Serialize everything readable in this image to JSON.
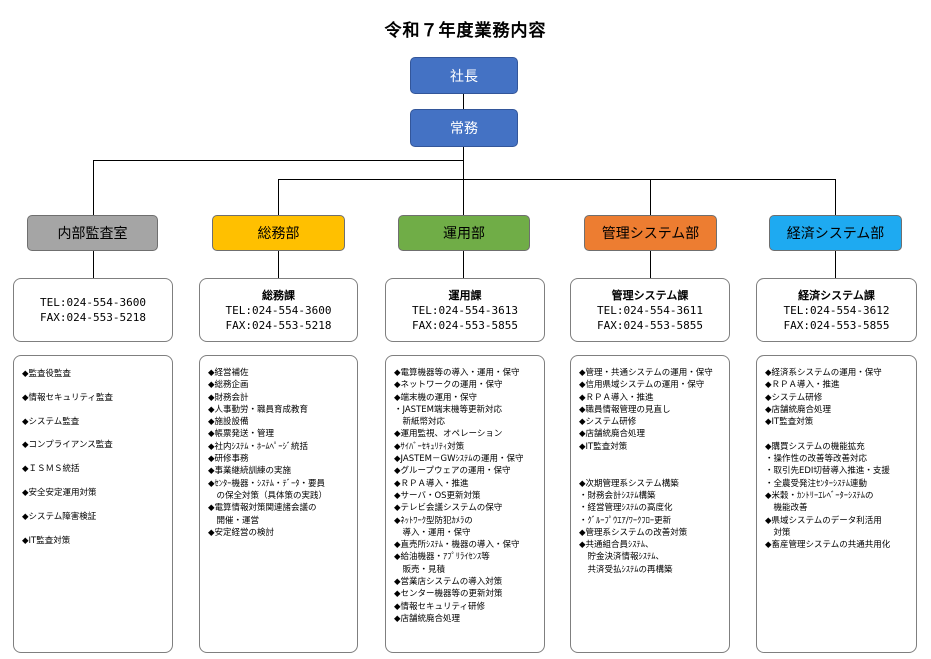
{
  "title": "令和７年度業務内容",
  "executives": {
    "president": "社長",
    "managing_director": "常務"
  },
  "departments": [
    {
      "name": "内部監査室",
      "color": "#a5a5a5",
      "section": "",
      "tel": "TEL:024-554-3600",
      "fax": "FAX:024-553-5218",
      "duties": [
        "◆監査役監査",
        "◆情報セキュリティ監査",
        "◆システム監査",
        "◆コンプライアンス監査",
        "◆ＩＳＭＳ統括",
        "◆安全安定運用対策",
        "◆システム障害検証",
        "◆IT監査対策"
      ]
    },
    {
      "name": "総務部",
      "color": "#ffc000",
      "section": "総務課",
      "tel": "TEL:024-554-3600",
      "fax": "FAX:024-553-5218",
      "duties": [
        "◆経営補佐",
        "◆総務企画",
        "◆財務会計",
        "◆人事勤労・職員育成教育",
        "◆施設設備",
        "◆帳票発送・管理",
        "◆社内ｼｽﾃﾑ・ﾎｰﾑﾍﾟｰｼﾞ統括",
        "◆研修事務",
        "◆事業継続訓練の実施",
        "◆ｾﾝﾀｰ機器・ｼｽﾃﾑ・ﾃﾞｰﾀ・要員",
        "　の保全対策（具体策の実践）",
        "◆電算情報対策関連諸会議の",
        "　開催・運営",
        "◆安定経営の検討"
      ]
    },
    {
      "name": "運用部",
      "color": "#70ad47",
      "section": "運用課",
      "tel": "TEL:024-554-3613",
      "fax": "FAX:024-553-5855",
      "duties": [
        "◆電算機器等の導入・運用・保守",
        "◆ネットワークの運用・保守",
        "◆端末機の運用・保守",
        "・JASTEM端末機等更新対応",
        "　新紙幣対応",
        "◆運用監視、オペレーション",
        "◆ｻｲﾊﾞｰｾｷｭﾘﾃｨ対策",
        "◆JASTEM－GWｼｽﾃﾑの運用・保守",
        "◆グループウェアの運用・保守",
        "◆ＲＰＡ導入・推進",
        "◆サーバ・OS更新対策",
        "◆テレビ会議システムの保守",
        "◆ﾈｯﾄﾜｰｸ型防犯ｶﾒﾗの",
        "　導入・運用・保守",
        "◆直売所ｼｽﾃﾑ・機器の導入・保守",
        "◆給油機器・ｱﾌﾟﾘﾗｲｾﾝｽ等",
        "　販売・見積",
        "◆営業店システムの導入対策",
        "◆センター機器等の更新対策",
        "◆情報セキュリティ研修",
        "◆店舗統廃合処理"
      ]
    },
    {
      "name": "管理システム部",
      "color": "#ed7d31",
      "section": "管理システム課",
      "tel": "TEL:024-554-3611",
      "fax": "FAX:024-553-5855",
      "duties": [
        "◆管理・共通システムの運用・保守",
        "◆信用県域システムの運用・保守",
        "◆ＲＰＡ導入・推進",
        "◆職員情報管理の見直し",
        "◆システム研修",
        "◆店舗統廃合処理",
        "◆IT監査対策",
        "",
        "",
        "◆次期管理系システム構築",
        "・財務会計ｼｽﾃﾑ構築",
        "・経営管理ｼｽﾃﾑの高度化",
        "・ｸﾞﾙｰﾌﾟｳｴｱ/ﾜｰｸﾌﾛｰ更新",
        "◆管理系システムの改善対策",
        "◆共通組合員ｼｽﾃﾑ、",
        "　貯金決済情報ｼｽﾃﾑ、",
        "　共済受払ｼｽﾃﾑの再構築"
      ]
    },
    {
      "name": "経済システム部",
      "color": "#1eaaf1",
      "section": "経済システム課",
      "tel": "TEL:024-554-3612",
      "fax": "FAX:024-553-5855",
      "duties": [
        "◆経済系システムの運用・保守",
        "◆ＲＰＡ導入・推進",
        "◆システム研修",
        "◆店舗統廃合処理",
        "◆IT監査対策",
        "",
        "◆購買システムの機能拡充",
        "・操作性の改善等改善対応",
        "・取引先EDI切替導入推進・支援",
        "・全農受発注ｾﾝﾀｰｼｽﾃﾑ連動",
        "◆米穀・ｶﾝﾄﾘｰｴﾚﾍﾞｰﾀｰｼｽﾃﾑの",
        "　機能改善",
        "◆県域システムのデータ利活用",
        "　対策",
        "◆畜産管理システムの共通共用化"
      ]
    }
  ]
}
